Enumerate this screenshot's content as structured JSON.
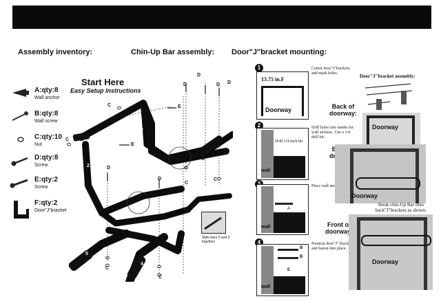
{
  "headings": {
    "inventory": "Assembly inventory:",
    "chinup": "Chin-Up Bar assembly:",
    "doorj": "Door\"J\"bracket mounting:"
  },
  "intro": {
    "start_here": "Start Here",
    "easy_setup": "Easy Setup Instructions"
  },
  "inventory": [
    {
      "label": "A:qty:8",
      "desc": "Wall anchor",
      "icon": "wall-anchor-icon"
    },
    {
      "label": "B:qty:8",
      "desc": "Wall screw",
      "icon": "wall-screw-icon"
    },
    {
      "label": "C:qty:10",
      "desc": "Nut",
      "icon": "nut-icon"
    },
    {
      "label": "D:qty:8",
      "desc": "Screw",
      "icon": "screw-icon"
    },
    {
      "label": "E:qty:2",
      "desc": "Screw",
      "icon": "screw-icon"
    },
    {
      "label": "F:qty:2",
      "desc": "Door\"J\"bracket",
      "icon": "j-bracket-icon"
    }
  ],
  "diagram_labels": {
    "d": "D",
    "c": "C",
    "e": "E",
    "p1": "1",
    "p2": "2",
    "p3": "3",
    "p4": "4",
    "p5": "5"
  },
  "callout": "Slide bars 2 and 3 together.",
  "steps": [
    {
      "num": "1",
      "text": "Center door\"J\"brackets and mark holes.",
      "measure": "13.75 in.F",
      "door": "Doorway"
    },
    {
      "num": "2",
      "text": "Drill holes into marks for wall anchors. Use a 1/4 drill bit.",
      "drill": "Drill 1/4 inch bit",
      "wall": "wall"
    },
    {
      "num": "3",
      "text": "Place wall anchor.",
      "part": "A",
      "wall": "wall"
    },
    {
      "num": "4",
      "text": "Position door\"J\" brackets and fasten into place.",
      "b": "B",
      "e": "E",
      "wall": "wall"
    }
  ],
  "right": {
    "bracket_assembly": "Door\"J\"bracket assembly:",
    "back1": "Back of doorway:",
    "back2": "Back of doorway:",
    "front": "Front of doorway:",
    "doorway": "Doorway",
    "hook": "Hook chin-Up Bar onto back\"J\"brackets as shown."
  }
}
